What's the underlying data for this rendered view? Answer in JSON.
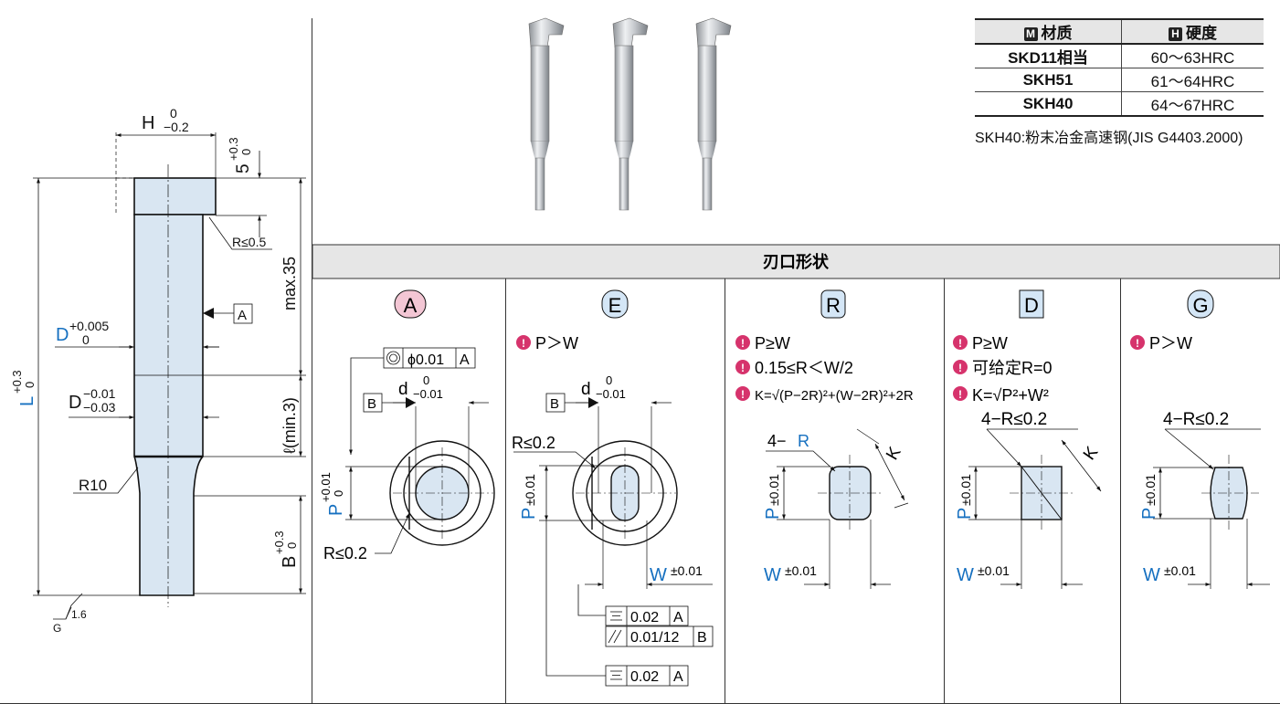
{
  "materials_table": {
    "header": {
      "material_badge": "M",
      "material_label": "材质",
      "hardness_badge": "H",
      "hardness_label": "硬度"
    },
    "rows": [
      {
        "material": "SKD11相当",
        "hardness": "60～63HRC"
      },
      {
        "material": "SKH51",
        "hardness": "61～64HRC"
      },
      {
        "material": "SKH40",
        "hardness": "64～67HRC"
      }
    ],
    "note": "SKH40:粉末冶金高速钢(JIS G4403.2000)"
  },
  "section_title": "刃口形状",
  "side_view": {
    "h_dim": "H",
    "h_tol_up": "0",
    "h_tol_dn": "−0.2",
    "five_dim": "5",
    "five_tol_up": "+0.3",
    "five_tol_dn": "0",
    "r_head": "R≤0.5",
    "max35": "max.35",
    "datum_a": "A",
    "d_upper": "D",
    "d_upper_tol_up": "+0.005",
    "d_upper_tol_dn": "0",
    "d_lower": "D",
    "d_lower_tol_up": "−0.01",
    "d_lower_tol_dn": "−0.03",
    "l_min": "ℓ(min.3)",
    "l_dim": "L",
    "l_tol_up": "+0.3",
    "l_tol_dn": "0",
    "r10": "R10",
    "b_dim": "B",
    "b_tol_up": "+0.3",
    "b_tol_dn": "0",
    "roughness": "1.6",
    "roughness_g": "G"
  },
  "shapes": {
    "A": {
      "letter": "A",
      "concentricity_value": "ϕ0.01",
      "concentricity_datum": "A",
      "datum_b": "B",
      "d_dim": "d",
      "d_tol_up": "0",
      "d_tol_dn": "−0.01",
      "p_dim": "P",
      "p_tol_up": "+0.01",
      "p_tol_dn": "0",
      "r_label": "R≤0.2"
    },
    "E": {
      "letter": "E",
      "cond1": "P＞W",
      "datum_b": "B",
      "d_dim": "d",
      "d_tol_up": "0",
      "d_tol_dn": "−0.01",
      "r_label": "R≤0.2",
      "p_dim": "P",
      "p_tol": "±0.01",
      "w_dim": "W",
      "w_tol": "±0.01",
      "tol1_value": "0.02",
      "tol1_datum": "A",
      "tol2_value": "0.01/12",
      "tol2_datum": "B",
      "tol3_value": "0.02",
      "tol3_datum": "A"
    },
    "R": {
      "letter": "R",
      "cond1": "P≥W",
      "cond2": "0.15≤R＜W/2",
      "cond3": "K=√(P−2R)²+(W−2R)²+2R",
      "r_prefix": "4−",
      "r_dim": "R",
      "k_dim": "K",
      "p_dim": "P",
      "p_tol": "±0.01",
      "w_dim": "W",
      "w_tol": "±0.01"
    },
    "D": {
      "letter": "D",
      "cond1": "P≥W",
      "cond2": "可给定R=0",
      "cond3": "K=√P²+W²",
      "r_label": "4−R≤0.2",
      "k_dim": "K",
      "p_dim": "P",
      "p_tol": "±0.01",
      "w_dim": "W",
      "w_tol": "±0.01"
    },
    "G": {
      "letter": "G",
      "cond1": "P＞W",
      "r_label": "4−R≤0.2",
      "p_dim": "P",
      "p_tol": "±0.01",
      "w_dim": "W",
      "w_tol": "±0.01"
    }
  },
  "colors": {
    "accent_blue": "#1670c0",
    "shape_fill": "#d9e6f2",
    "header_gray": "#e6e6e6",
    "badge_pink": "#f3c6d4",
    "badge_blue": "#d4e6f6",
    "warn_pink": "#d6336c"
  }
}
